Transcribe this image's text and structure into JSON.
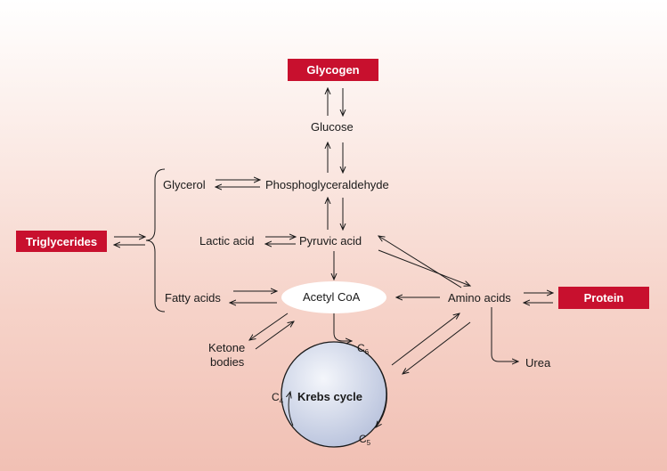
{
  "boxes": {
    "glycogen": "Glycogen",
    "triglycerides": "Triglycerides",
    "protein": "Protein"
  },
  "labels": {
    "glucose": "Glucose",
    "glycerol": "Glycerol",
    "phosphoglyceraldehyde": "Phosphoglyceraldehyde",
    "lactic_acid": "Lactic acid",
    "pyruvic_acid": "Pyruvic acid",
    "fatty_acids": "Fatty acids",
    "acetyl_coa": "Acetyl CoA",
    "amino_acids": "Amino acids",
    "ketone_bodies_line1": "Ketone",
    "ketone_bodies_line2": "bodies",
    "urea": "Urea",
    "krebs_cycle": "Krebs cycle"
  },
  "carbon_markers": {
    "c6": {
      "letter": "C",
      "sub": "6"
    },
    "c4": {
      "letter": "C",
      "sub": "4"
    },
    "c5": {
      "letter": "C",
      "sub": "5"
    }
  },
  "colors": {
    "box_fill": "#c8102e",
    "box_text": "#ffffff",
    "krebs_fill_light": "#f4f6fb",
    "krebs_fill_dark": "#b8c2dc"
  }
}
